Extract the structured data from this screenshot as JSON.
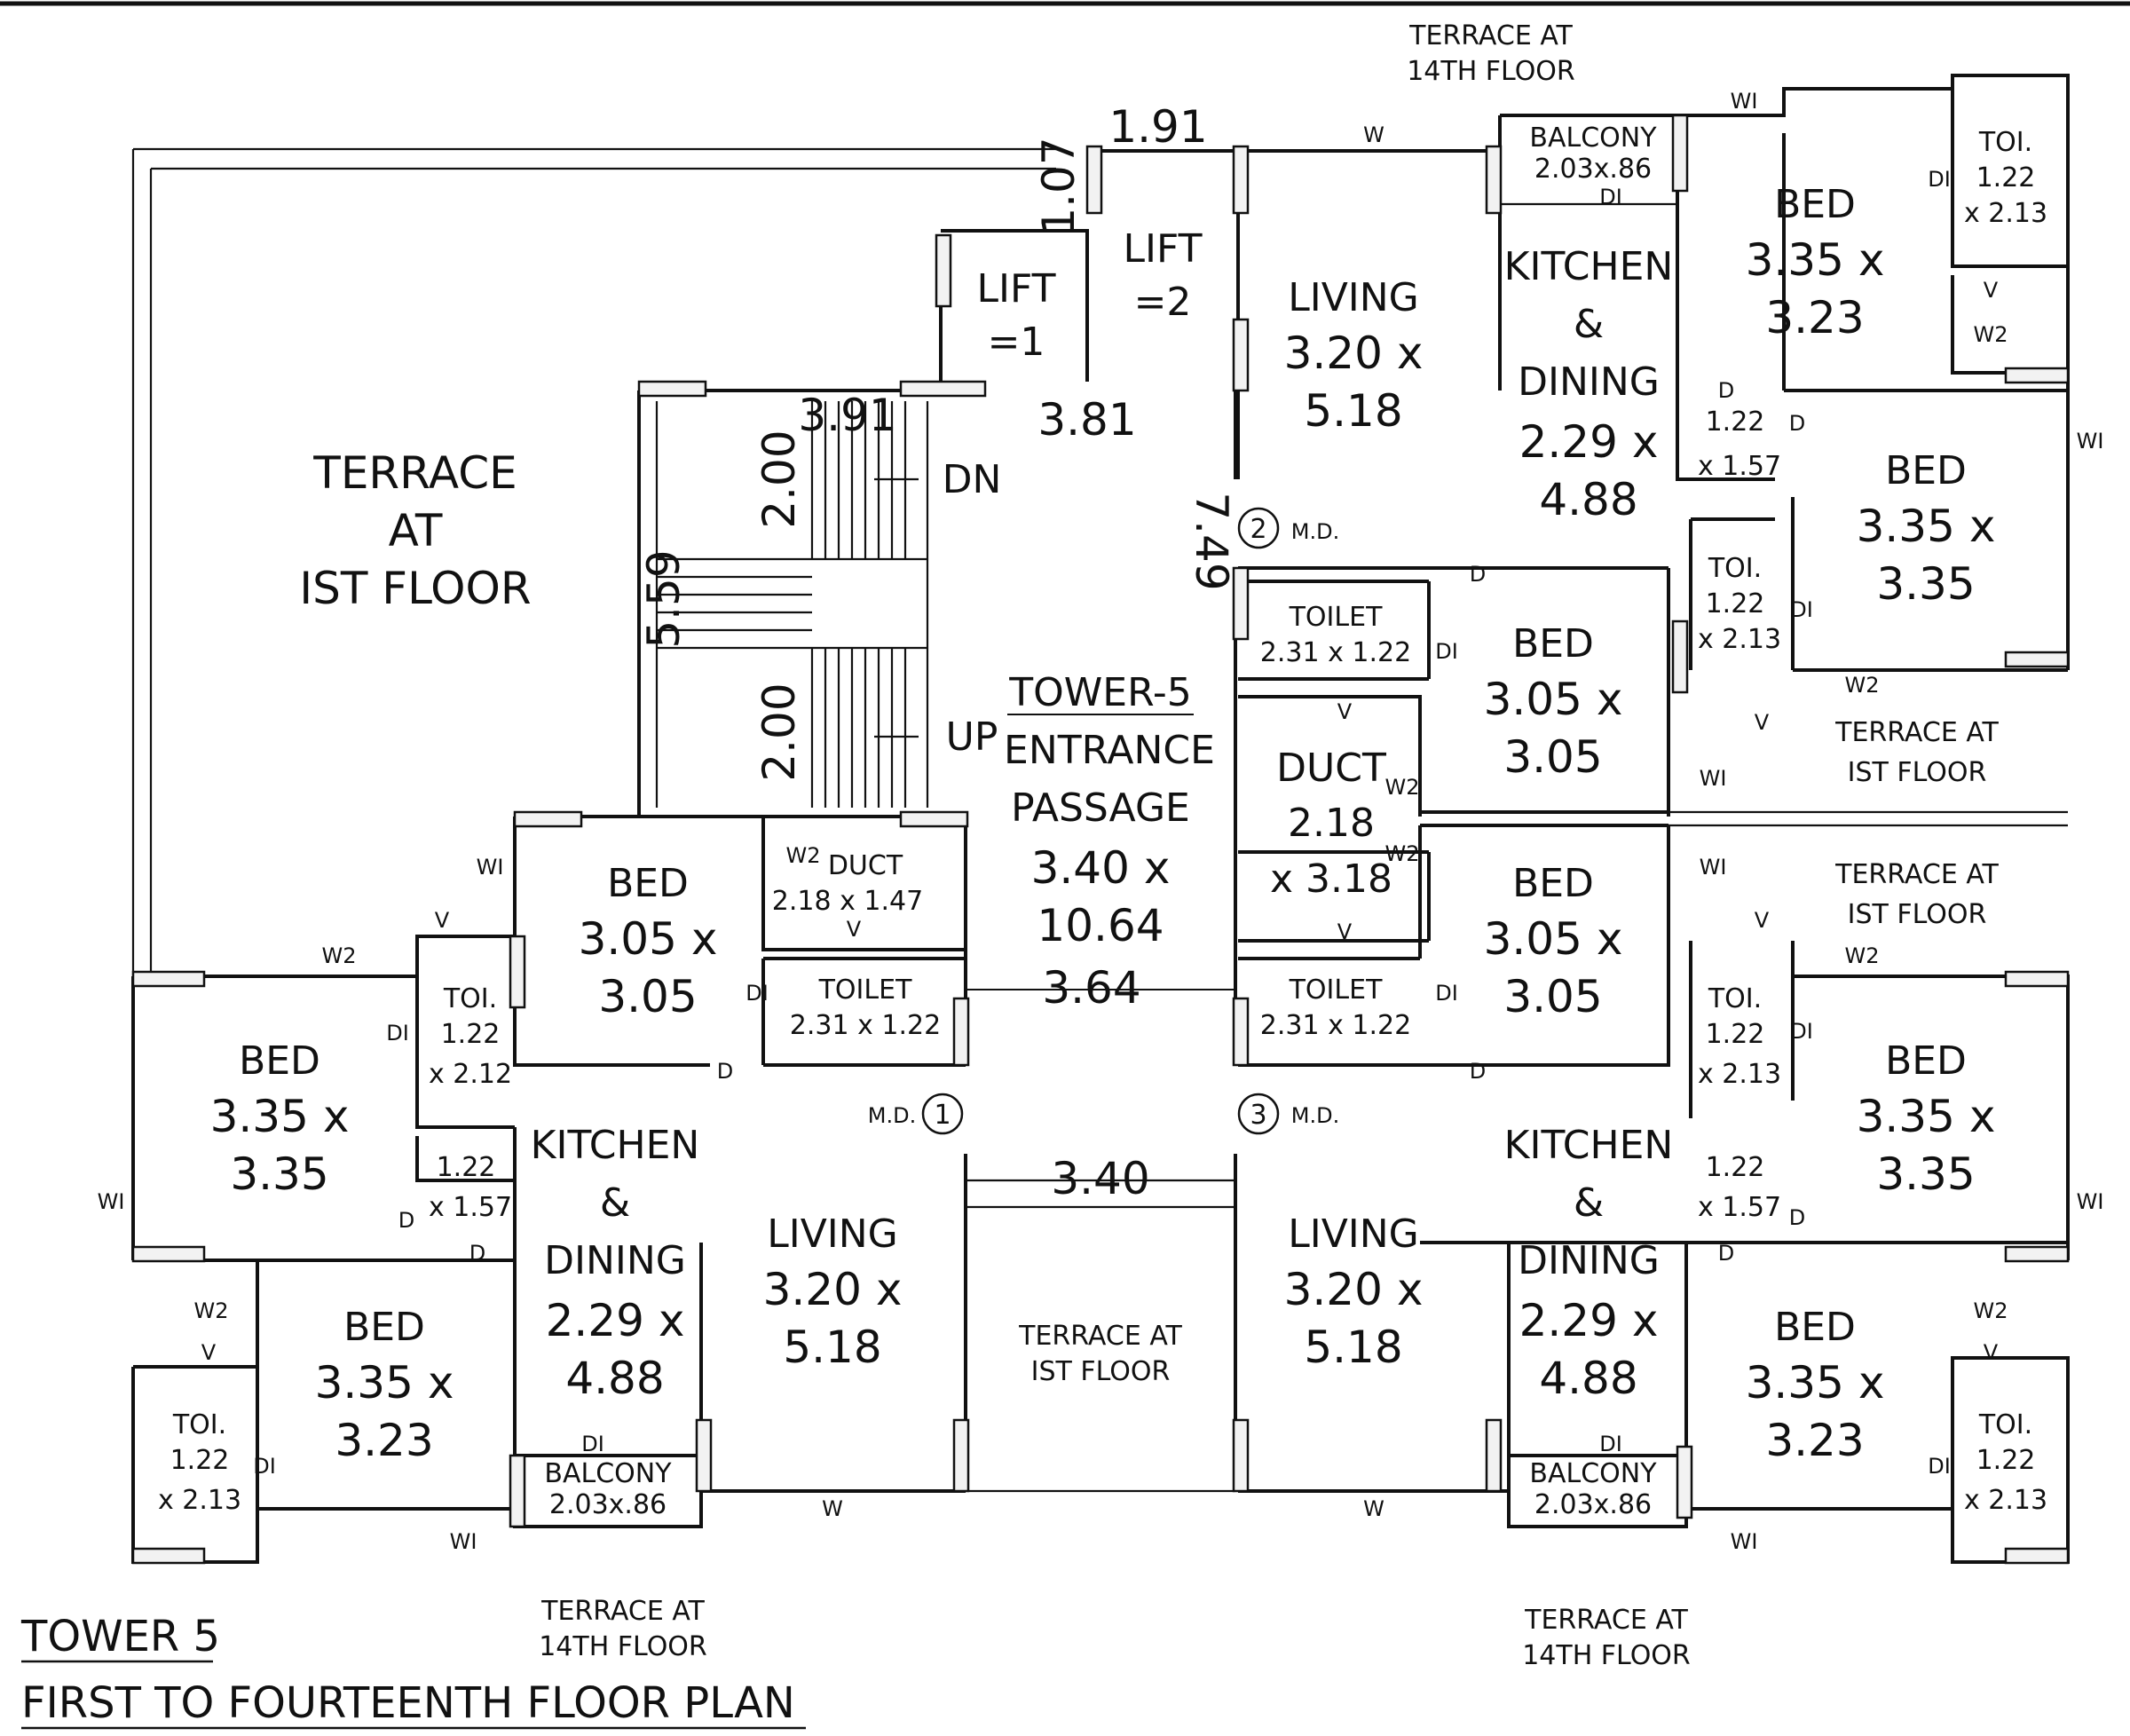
{
  "title": {
    "line1": "TOWER 5",
    "line2": "FIRST TO FOURTEENTH  FLOOR PLAN"
  },
  "center": {
    "tower": "TOWER-5",
    "entrance1": "ENTRANCE",
    "entrance2": "PASSAGE",
    "entrance_dim1": "3.40 x",
    "entrance_dim2": "10.64",
    "width_364": "3.64",
    "width_340": "3.40",
    "terrace_mid1": "TERRACE AT",
    "terrace_mid2": "IST FLOOR",
    "md1": "M.D.",
    "md1_num": "1",
    "md2": "M.D.",
    "md2_num": "2",
    "md3": "M.D.",
    "md3_num": "3",
    "lift1a": "LIFT",
    "lift1b": "=1",
    "lift2a": "LIFT",
    "lift2b": "=2",
    "dim_191": "1.91",
    "dim_107": "1.07",
    "dim_391": "3.91",
    "dim_381": "3.81",
    "dim_749": "7.49",
    "dim_559": "5.59",
    "dim_200a": "2.00",
    "dim_200b": "2.00",
    "dn": "DN",
    "up": "UP",
    "duct_l1": "DUCT",
    "duct_l2": "2.18 x 1.47",
    "duct_r1": "DUCT",
    "duct_r2": "2.18",
    "duct_r3": "x 3.18",
    "toilet_l1": "TOILET",
    "toilet_l2": "2.31 x 1.22",
    "toilet_ru1": "TOILET",
    "toilet_ru2": "2.31 x 1.22",
    "toilet_rl1": "TOILET",
    "toilet_rl2": "2.31 x 1.22"
  },
  "terrace_left": {
    "l1": "TERRACE",
    "l2": "AT",
    "l3": "IST FLOOR"
  },
  "terrace_right_top": {
    "l1": "TERRACE AT",
    "l2": "IST FLOOR"
  },
  "terrace_right_bot": {
    "l1": "TERRACE AT",
    "l2": "IST FLOOR"
  },
  "terrace14_top": {
    "l1": "TERRACE AT",
    "l2": "14TH FLOOR"
  },
  "terrace14_bl": {
    "l1": "TERRACE AT",
    "l2": "14TH FLOOR"
  },
  "terrace14_br": {
    "l1": "TERRACE AT",
    "l2": "14TH FLOOR"
  },
  "rooms": {
    "living_tr": {
      "name": "LIVING",
      "d1": "3.20 x",
      "d2": "5.18"
    },
    "kitchen_tr": {
      "name1": "KITCHEN",
      "name2": "&",
      "name3": "DINING",
      "d1": "2.29 x",
      "d2": "4.88"
    },
    "bed_tr": {
      "name": "BED",
      "d1": "3.35 x",
      "d2": "3.23"
    },
    "bed_r1": {
      "name": "BED",
      "d1": "3.35 x",
      "d2": "3.35"
    },
    "bed_rm_top": {
      "name": "BED",
      "d1": "3.05 x",
      "d2": "3.05"
    },
    "bed_rm_bot": {
      "name": "BED",
      "d1": "3.05 x",
      "d2": "3.05"
    },
    "bed_r2": {
      "name": "BED",
      "d1": "3.35 x",
      "d2": "3.35"
    },
    "kitchen_br": {
      "name1": "KITCHEN",
      "name2": "&",
      "name3": "DINING",
      "d1": "2.29 x",
      "d2": "4.88"
    },
    "living_br": {
      "name": "LIVING",
      "d1": "3.20 x",
      "d2": "5.18"
    },
    "bed_br": {
      "name": "BED",
      "d1": "3.35 x",
      "d2": "3.23"
    },
    "bed_lm": {
      "name": "BED",
      "d1": "3.05 x",
      "d2": "3.05"
    },
    "bed_l1": {
      "name": "BED",
      "d1": "3.35 x",
      "d2": "3.35"
    },
    "kitchen_bl": {
      "name1": "KITCHEN",
      "name2": "&",
      "name3": "DINING",
      "d1": "2.29 x",
      "d2": "4.88"
    },
    "living_bl": {
      "name": "LIVING",
      "d1": "3.20 x",
      "d2": "5.18"
    },
    "bed_bl": {
      "name": "BED",
      "d1": "3.35 x",
      "d2": "3.23"
    }
  },
  "balcony": {
    "top": {
      "name": "BALCONY",
      "dim": "2.03x.86"
    },
    "bl": {
      "name": "BALCONY",
      "dim": "2.03x.86"
    },
    "br": {
      "name": "BALCONY",
      "dim": "2.03x.86"
    }
  },
  "toi": {
    "tr": {
      "name": "TOI.",
      "d1": "1.22",
      "d2": "x 2.13"
    },
    "rm_top": {
      "name": "TOI.",
      "d1": "1.22",
      "d2": "x 2.13"
    },
    "rm_bot": {
      "name": "TOI.",
      "d1": "1.22",
      "d2": "x 2.13"
    },
    "br": {
      "name": "TOI.",
      "d1": "1.22",
      "d2": "x 2.13"
    },
    "lm": {
      "name": "TOI.",
      "d1": "1.22",
      "d2": "x 2.12"
    },
    "bl": {
      "name": "TOI.",
      "d1": "1.22",
      "d2": "x 2.13"
    }
  },
  "small_rooms": {
    "r_top": {
      "d1": "1.22",
      "d2": "x 1.57"
    },
    "r_bot": {
      "d1": "1.22",
      "d2": "x 1.57"
    },
    "l": {
      "d1": "1.22",
      "d2": "x 1.57"
    }
  },
  "marks": {
    "W": "W",
    "W1": "WI",
    "W2": "W2",
    "D": "D",
    "D1": "DI",
    "V": "V"
  }
}
